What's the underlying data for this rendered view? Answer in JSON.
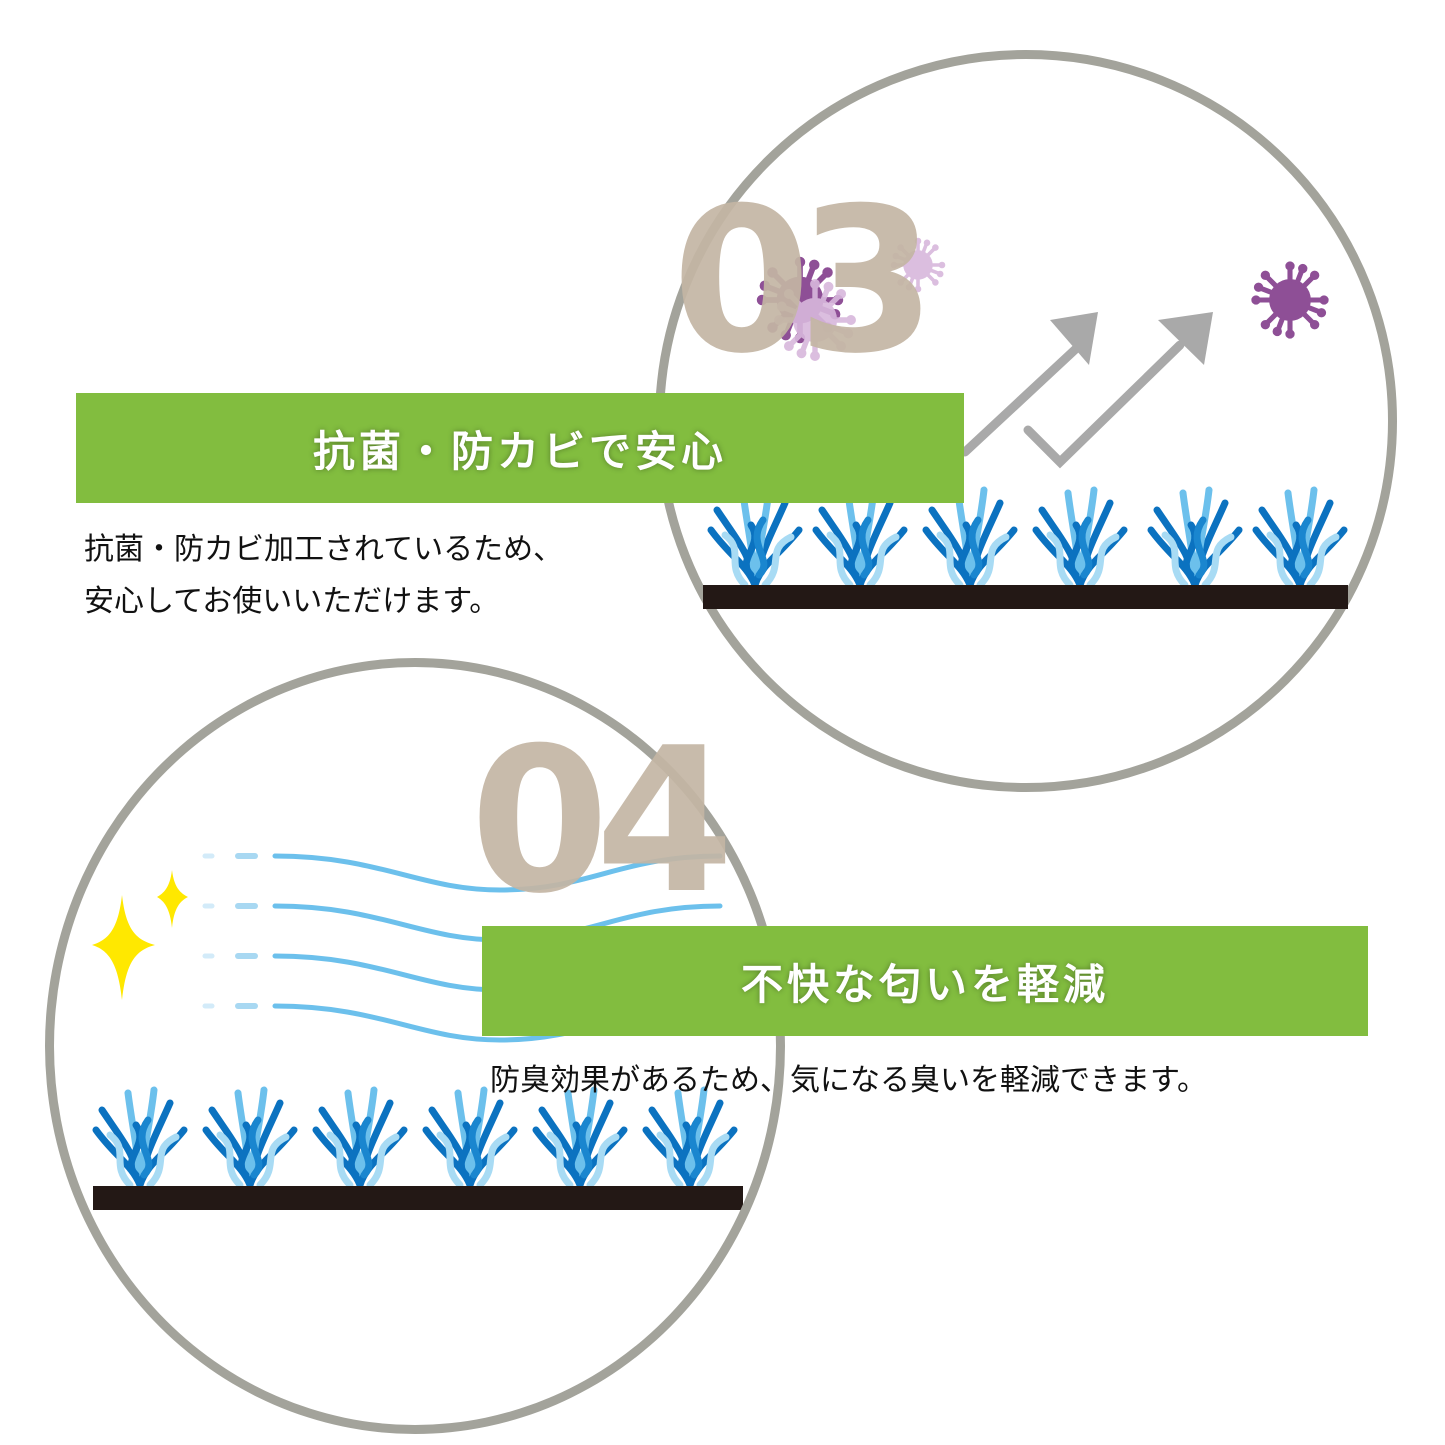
{
  "feature_03": {
    "number": "03",
    "title": "抗菌・防カビで安心",
    "description_line1": "抗菌・防カビ加工されているため、",
    "description_line2": "安心してお使いいただけます。",
    "icons": [
      "virus-icon",
      "arrow-up-right-icon",
      "fiber-turf-icon"
    ]
  },
  "feature_04": {
    "number": "04",
    "title": "不快な匂いを軽減",
    "description": "防臭効果があるため、気になる臭いを軽減できます。",
    "icons": [
      "sparkle-icon",
      "airflow-lines-icon",
      "fiber-turf-icon"
    ]
  },
  "colors": {
    "banner_green": "#82bd3f",
    "circle_gray": "#a3a39b",
    "number_beige": "#c4b6a4",
    "virus_purple": "#8e4f96",
    "fiber_dark_blue": "#0b72c0",
    "fiber_light_blue": "#6cc0ec",
    "base_dark": "#231815",
    "sparkle_yellow": "#ffe800",
    "arrow_gray": "#a9a9a9"
  }
}
